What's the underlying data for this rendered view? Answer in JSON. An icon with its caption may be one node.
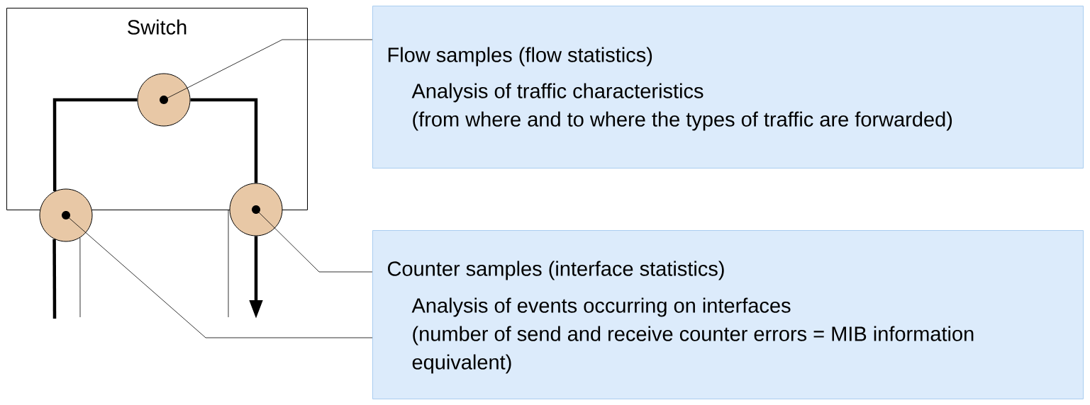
{
  "diagram": {
    "nodes": [
      {
        "text": [
          "Switch"
        ]
      },
      {
        "text": [],
        "shape": "circle",
        "in": 0
      },
      {
        "text": [],
        "shape": "circle"
      },
      {
        "text": [],
        "shape": "circle"
      },
      {
        "text": [
          "Flow samples (flow statistics)",
          "Analysis of traffic characteristics",
          "(from where and to where the types of traffic are forwarded)"
        ]
      },
      {
        "text": [
          "Counter samples (interface statistics)",
          "Analysis of events occurring on interfaces",
          "(number of send and receive counter errors = MIB information equivalent)"
        ]
      }
    ],
    "edges": [
      {
        "from": null,
        "to": 2,
        "arrow": "none",
        "style": "thick"
      },
      {
        "from": 2,
        "to": 1,
        "arrow": "none",
        "style": "thick"
      },
      {
        "from": 1,
        "to": 3,
        "arrow": "none",
        "style": "thick"
      },
      {
        "from": 3,
        "to": null,
        "arrow": "to",
        "style": "thick"
      },
      {
        "from": 4,
        "to": 1,
        "arrow": "none"
      },
      {
        "from": 5,
        "to": 3,
        "arrow": "none"
      },
      {
        "from": 5,
        "to": 2,
        "arrow": "none"
      },
      {
        "from": 2,
        "to": null,
        "arrow": "none"
      },
      {
        "from": 0,
        "to": null,
        "arrow": "none"
      }
    ]
  }
}
